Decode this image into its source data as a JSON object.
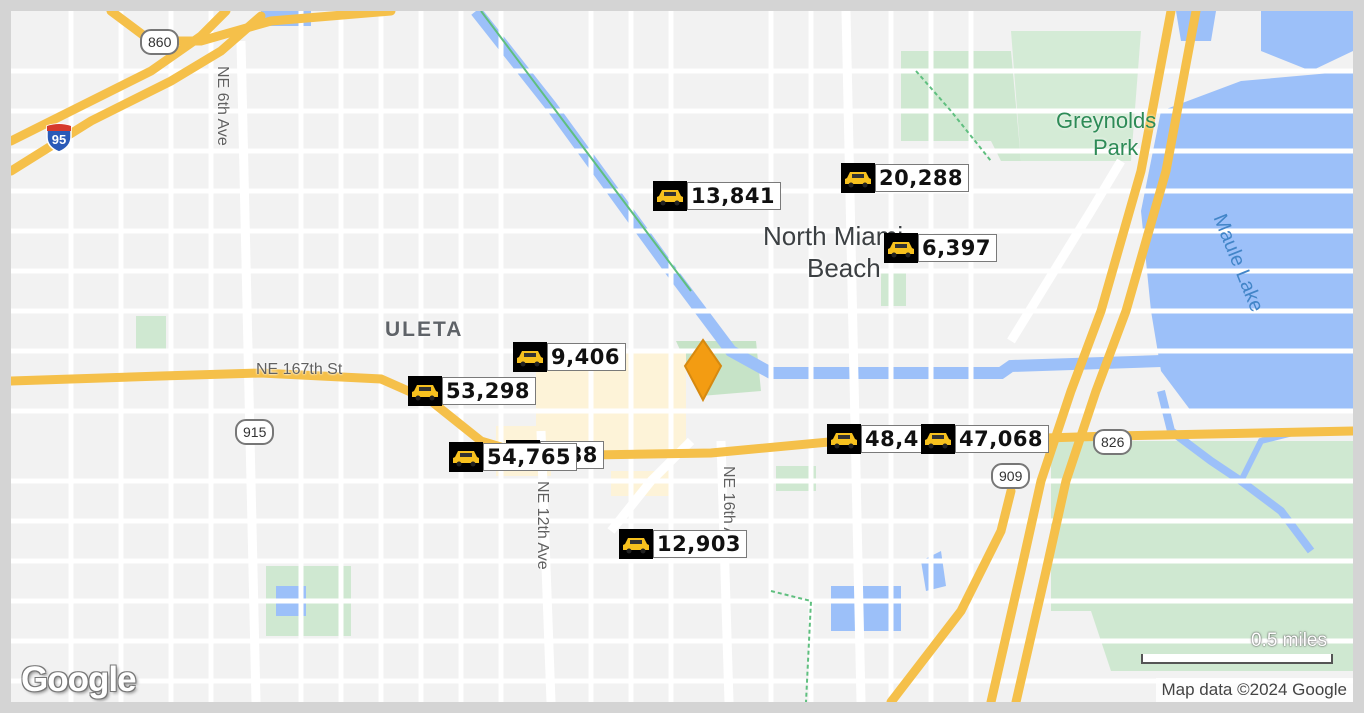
{
  "map": {
    "places": {
      "north_miami_beach_line1": "North Miami",
      "north_miami_beach_line2": "Beach",
      "neighborhood": "ULETA",
      "park_line1": "Greynolds",
      "park_line2": "Park",
      "lake": "Maule Lake"
    },
    "streets": {
      "ne_167th": "NE 167th St",
      "ne_6th": "NE 6th Ave",
      "ne_12th": "NE 12th Ave",
      "ne_16th": "NE 16th Ave"
    },
    "shields": {
      "r860": "860",
      "i95": "95",
      "r915": "915",
      "r826": "826",
      "r909": "909"
    },
    "traffic_counts": [
      {
        "value": "13,841",
        "icon": "car-icon"
      },
      {
        "value": "20,288",
        "icon": "car-icon"
      },
      {
        "value": "6,397",
        "icon": "car-icon"
      },
      {
        "value": "9,406",
        "icon": "car-icon"
      },
      {
        "value": "53,298",
        "icon": "car-icon"
      },
      {
        "value": "48,4",
        "icon": "car-icon"
      },
      {
        "value": "47,068",
        "icon": "car-icon"
      },
      {
        "value": ",288",
        "icon": "car-icon"
      },
      {
        "value": "54,765",
        "icon": "car-icon"
      },
      {
        "value": "12,903",
        "icon": "car-icon"
      }
    ],
    "scale": "0.5 miles",
    "attribution": "Map data ©2024 Google",
    "logo": "Google",
    "colors": {
      "land": "#f2f2f2",
      "water": "#9cc0f9",
      "park": "#c8e6c9",
      "highway": "#f5c04a",
      "marker": "#f39c12"
    }
  }
}
